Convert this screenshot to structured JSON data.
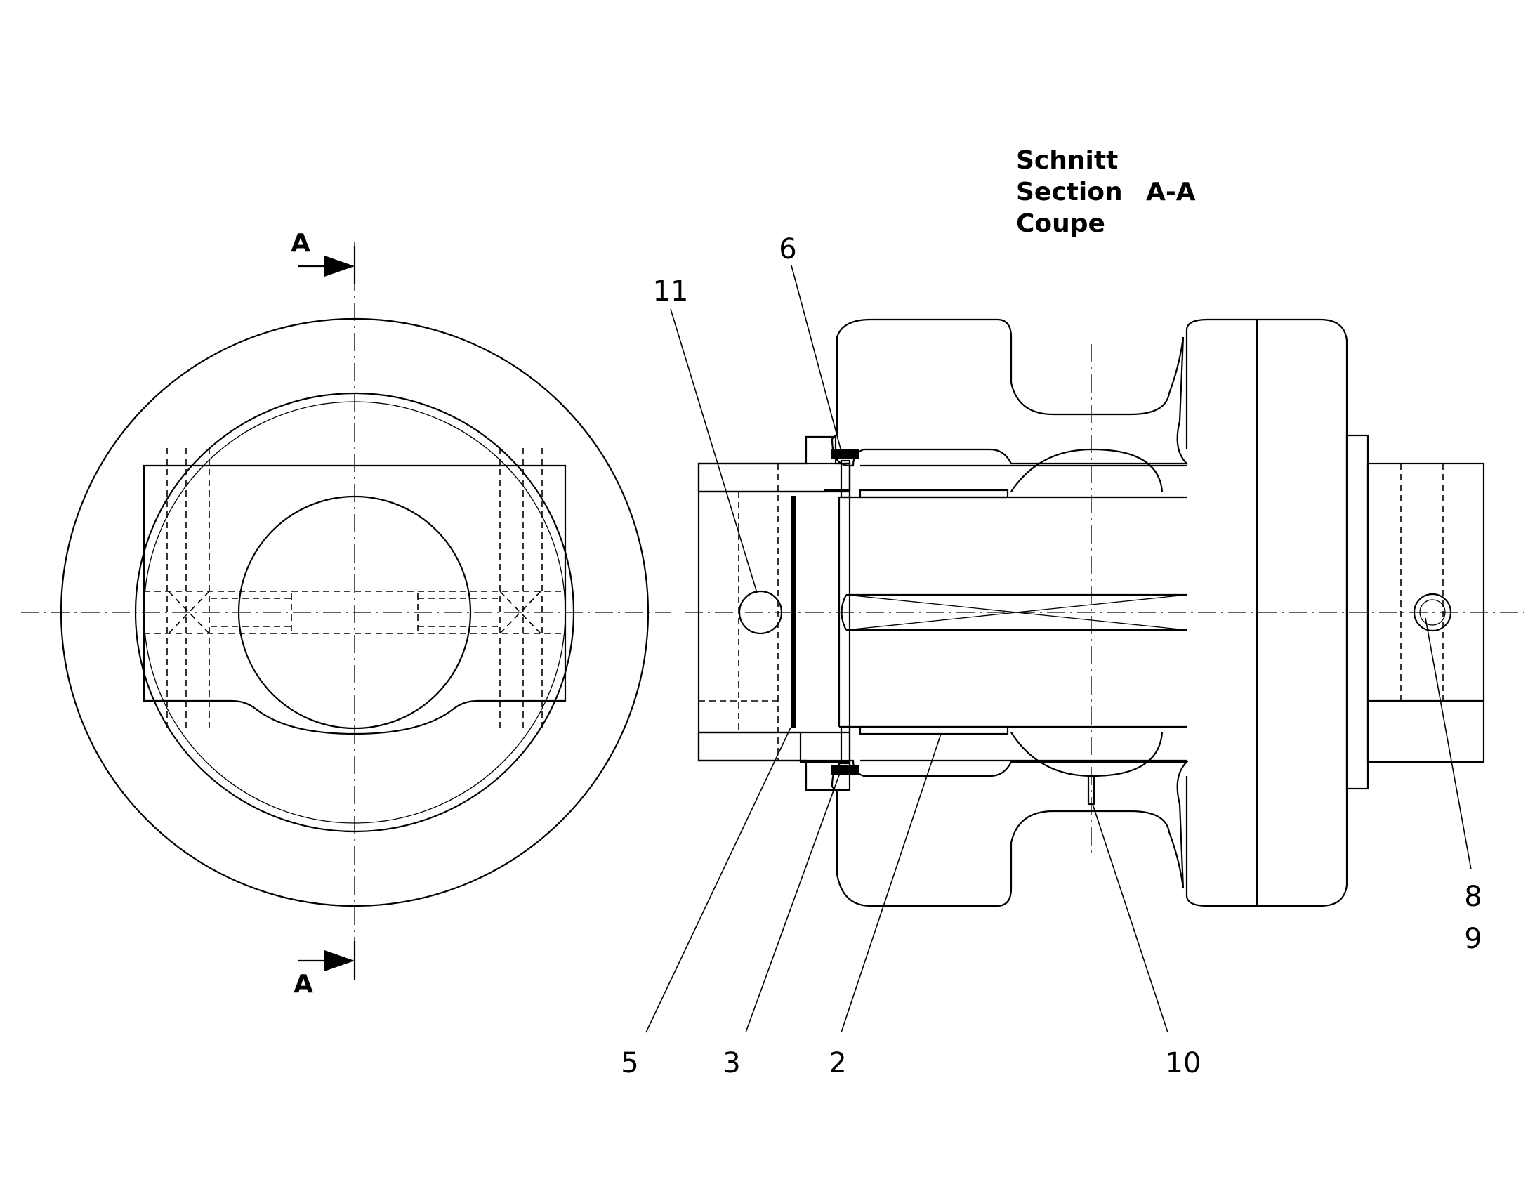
{
  "section_title": {
    "line1": "Schnitt",
    "line2": "Section",
    "line3": "Coupe",
    "section_id": "A-A"
  },
  "section_markers": {
    "top": "A",
    "bottom": "A"
  },
  "position_labels": {
    "p2": "2",
    "p3": "3",
    "p5": "5",
    "p6": "6",
    "p8": "8",
    "p9": "9",
    "p10": "10",
    "p11": "11"
  }
}
